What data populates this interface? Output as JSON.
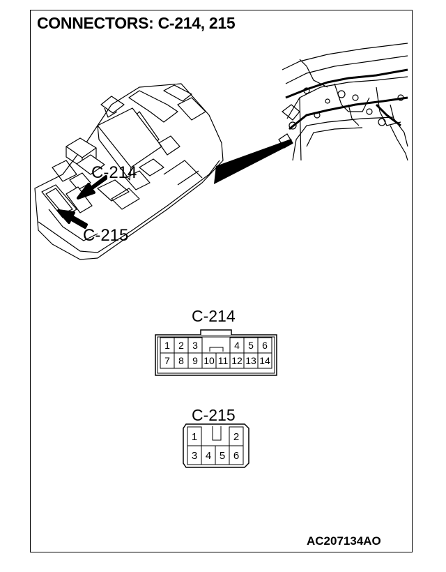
{
  "title": "CONNECTORS: C-214, 215",
  "callouts": {
    "c214": "C-214",
    "c215": "C-215"
  },
  "connectors": [
    {
      "name": "C-214",
      "rows": [
        [
          "1",
          "2",
          "3",
          "",
          "",
          "4",
          "5",
          "6"
        ],
        [
          "7",
          "8",
          "9",
          "10",
          "11",
          "12",
          "13",
          "14"
        ]
      ]
    },
    {
      "name": "C-215",
      "rows": [
        [
          "1",
          "",
          "",
          "2"
        ],
        [
          "3",
          "4",
          "5",
          "6"
        ]
      ]
    }
  ],
  "reference": "AC207134AO"
}
